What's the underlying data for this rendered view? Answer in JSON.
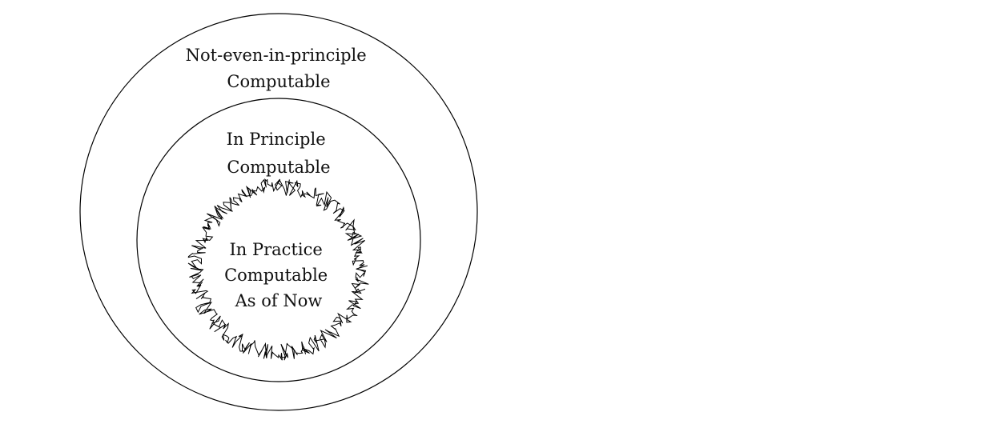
{
  "regions": [
    {
      "id": "outer",
      "lines": [
        "Not-even-in-principle",
        "Computable"
      ]
    },
    {
      "id": "middle",
      "lines": [
        "In Principle",
        "Computable"
      ]
    },
    {
      "id": "inner",
      "lines": [
        "In Practice",
        "Computable",
        "As of Now"
      ]
    }
  ],
  "colors": {
    "stroke": "#000000",
    "text": "#111111",
    "background": "#ffffff"
  }
}
